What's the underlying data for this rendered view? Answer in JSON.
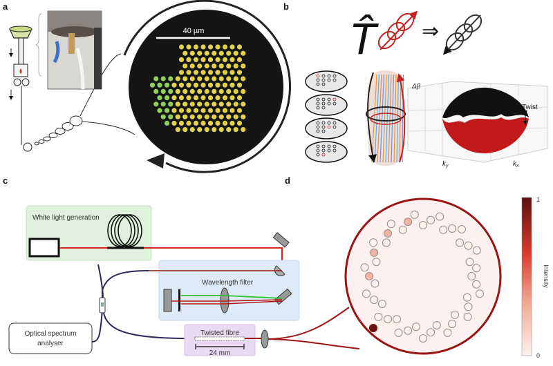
{
  "panels": {
    "a": {
      "letter": "a",
      "scale_bar": "40 µm"
    },
    "b": {
      "letter": "b",
      "operator": "T̂",
      "implies": "⇒",
      "delta_beta": "Δβ",
      "twist": "Twist",
      "ky": "k",
      "ky_sub": "y",
      "kx": "k",
      "kx_sub": "x"
    },
    "c": {
      "letter": "c",
      "white_light": "White light generation",
      "wavelength_filter": "Wavelength filter",
      "osa_line1": "Optical spectrum",
      "osa_line2": "analyser",
      "twisted_fibre": "Twisted fibre",
      "length": "24 mm"
    },
    "d": {
      "letter": "d",
      "colorbar_max": "1",
      "colorbar_min": "0",
      "colorbar_label": "Intensity"
    }
  },
  "colors": {
    "red": "#d7261e",
    "dark_red": "#9b1414",
    "fibre_blue": "#2d2a5a",
    "green_box": "#dff0dc",
    "blue_box": "#dcebf7",
    "purple_box": "#ead9f0"
  }
}
